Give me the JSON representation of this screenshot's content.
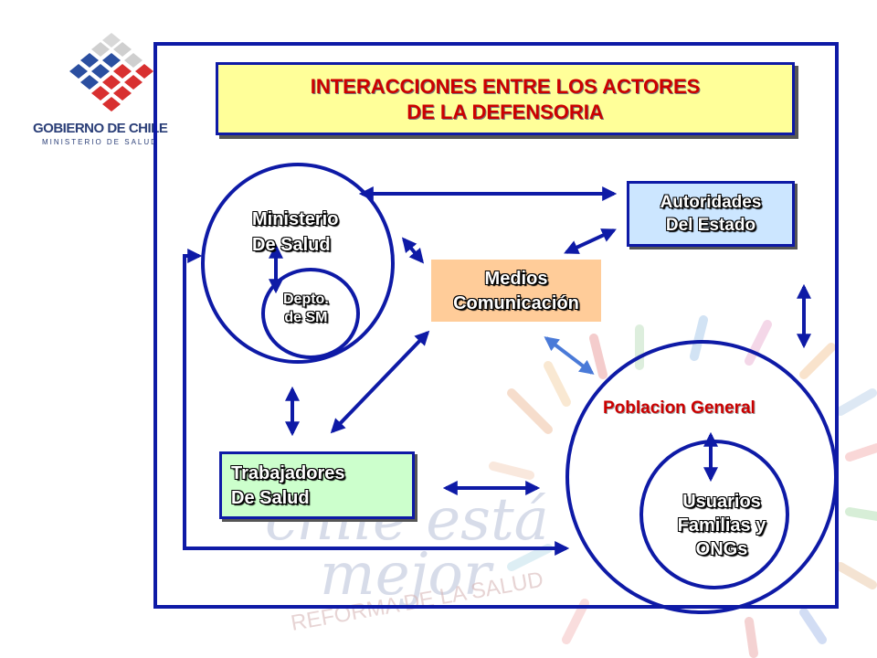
{
  "logo": {
    "name": "GOBIERNO DE CHILE",
    "subtitle": "MINISTERIO DE SALUD"
  },
  "title": {
    "line1": "INTERACCIONES ENTRE LOS ACTORES",
    "line2": "DE LA DEFENSORIA"
  },
  "nodes": {
    "ministerio": {
      "line1": "Ministerio",
      "line2": "De Salud"
    },
    "depto": {
      "line1": "Depto.",
      "line2": "de SM"
    },
    "medios": {
      "line1": "Medios",
      "line2": "Comunicación"
    },
    "autoridades": {
      "line1": "Autoridades",
      "line2": "Del Estado"
    },
    "trabajadores": {
      "line1": "Trabajadores",
      "line2": "De Salud"
    },
    "poblacion": {
      "label": "Poblacion General"
    },
    "usuarios": {
      "line1": "Usuarios",
      "line2": "Familias y",
      "line3": "ONGs"
    }
  },
  "watermark": {
    "script1": "chile está",
    "script2": "mejor",
    "reforma": "REFORMA DE LA SALUD"
  },
  "colors": {
    "frame": "#0e1aa6",
    "title_bg": "#ffff99",
    "title_text": "#cc0000",
    "autoridades_bg": "#cce6ff",
    "medios_bg": "#ffcc99",
    "trabajadores_bg": "#ccffcc",
    "poblacion_text": "#cc0000",
    "arrow": "#0e1aa6"
  }
}
